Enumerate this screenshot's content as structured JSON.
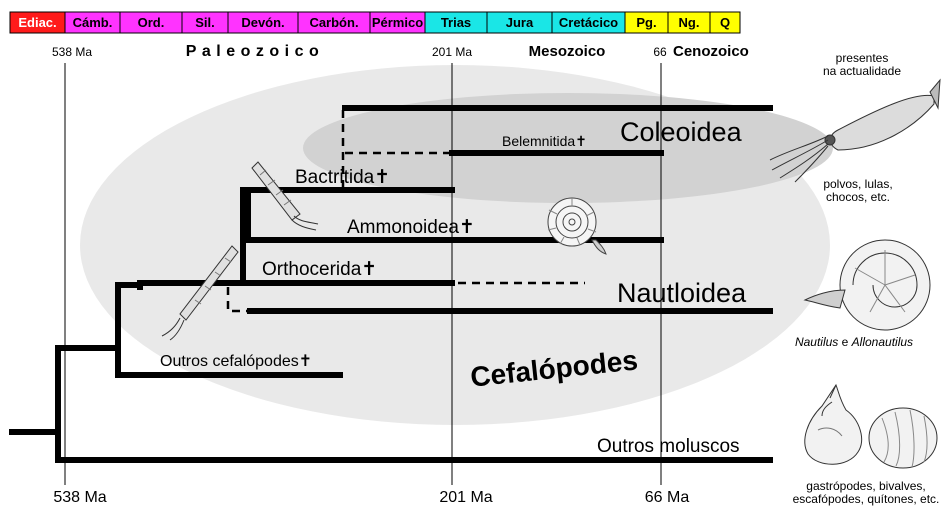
{
  "period_bar": [
    {
      "label": "Ediac.",
      "color": "#ff1a1a",
      "text_color": "#ffffff"
    },
    {
      "label": "Cámb.",
      "color": "#ff33ff",
      "text_color": "#000000"
    },
    {
      "label": "Ord.",
      "color": "#ff33ff",
      "text_color": "#000000"
    },
    {
      "label": "Sil.",
      "color": "#ff33ff",
      "text_color": "#000000"
    },
    {
      "label": "Devón.",
      "color": "#ff33ff",
      "text_color": "#000000"
    },
    {
      "label": "Carbón.",
      "color": "#ff33ff",
      "text_color": "#000000"
    },
    {
      "label": "Pérmico",
      "color": "#ff33ff",
      "text_color": "#000000"
    },
    {
      "label": "Trias",
      "color": "#1ae6e6",
      "text_color": "#000000"
    },
    {
      "label": "Jura",
      "color": "#1ae6e6",
      "text_color": "#000000"
    },
    {
      "label": "Cretácico",
      "color": "#1ae6e6",
      "text_color": "#000000"
    },
    {
      "label": "Pg.",
      "color": "#ffff00",
      "text_color": "#000000"
    },
    {
      "label": "Ng.",
      "color": "#ffff00",
      "text_color": "#000000"
    },
    {
      "label": "Q",
      "color": "#ffff00",
      "text_color": "#000000"
    }
  ],
  "eras": {
    "paleozoic": "Paleozoico",
    "mesozoic": "Mesozoico",
    "cenozoic": "Cenozoico"
  },
  "time_markers": {
    "top": [
      "538 Ma",
      "201 Ma",
      "66"
    ],
    "bottom": [
      "538 Ma",
      "201 Ma",
      "66 Ma"
    ]
  },
  "taxa": {
    "coleoidea": "Coleoidea",
    "belemnitida": "Belemnitida",
    "bactritida": "Bactritida",
    "ammonoidea": "Ammonoidea",
    "orthocerida": "Orthocerida",
    "nautiloidea": "Nautloidea",
    "outros_cefalopodes": "Outros cefalópodes",
    "outros_moluscos": "Outros moluscos",
    "cefalopodes": "Cefalópodes",
    "extinct_mark": "✝"
  },
  "captions": {
    "present_line1": "presentes",
    "present_line2": "na actualidade",
    "coleoid_line1": "polvos, lulas,",
    "coleoid_line2": "chocos, etc.",
    "nautilus_genus1": "Nautilus",
    "nautilus_and": " e ",
    "nautilus_genus2": "Allonautilus",
    "molluscs_line1": "gastrópodes, bivalves,",
    "molluscs_line2": "escafópodes, quítones, etc."
  },
  "colors": {
    "big_ellipse": "#e9e9e9",
    "coleoid_ellipse": "#d2d2d2",
    "branch": "#000000"
  },
  "icons": [
    "squid-icon",
    "nautilus-icon",
    "ammonite-icon",
    "bactritid-icon",
    "orthocerid-icon",
    "snail-icon",
    "clam-icon"
  ]
}
